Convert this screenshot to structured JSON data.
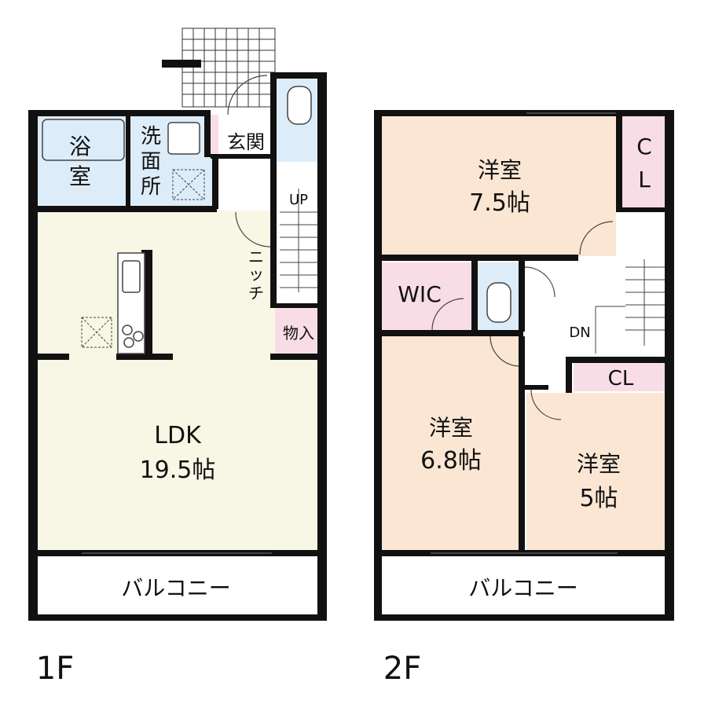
{
  "colors": {
    "wall": "#111111",
    "ldk": "#f8f6e4",
    "bedroom": "#fbe6d4",
    "wet": "#dcecf8",
    "storage": "#f9dde6",
    "balcony": "#ffffff",
    "stairs": "#ffffff"
  },
  "floor1": {
    "floor_label": "1F",
    "bath": [
      "浴",
      "室"
    ],
    "washroom": [
      "洗",
      "面",
      "所"
    ],
    "entrance": "玄関",
    "up": "UP",
    "niche": [
      "ニ",
      "ッ",
      "チ"
    ],
    "storage": "物入",
    "ldk_name": "LDK",
    "ldk_size": "19.5帖",
    "balcony": "バルコニー"
  },
  "floor2": {
    "floor_label": "2F",
    "room1_name": "洋室",
    "room1_size": "7.5帖",
    "closet1": [
      "C",
      "L"
    ],
    "wic": "WIC",
    "dn": "DN",
    "closet2": "CL",
    "room2_name": "洋室",
    "room2_size": "6.8帖",
    "room3_name": "洋室",
    "room3_size": "5帖",
    "balcony": "バルコニー"
  }
}
